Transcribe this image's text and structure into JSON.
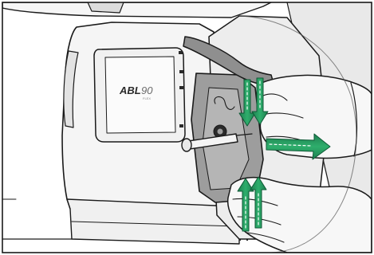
{
  "figure": {
    "device_label": {
      "brand": "ABL",
      "model": "90",
      "sub": "FLEX"
    },
    "arrows": [
      {
        "name": "down-arrow-top-left",
        "direction": "down"
      },
      {
        "name": "down-arrow-top-right",
        "direction": "down"
      },
      {
        "name": "right-arrow",
        "direction": "right"
      },
      {
        "name": "up-arrow-bottom-left",
        "direction": "up"
      },
      {
        "name": "up-arrow-bottom-right",
        "direction": "up"
      }
    ],
    "colors": {
      "arrow_fill": "#22915c",
      "arrow_stripe": "#ffffff",
      "outline": "#1a1a1a",
      "device_body": "#f4f4f4",
      "device_shadow": "#d6d6d6",
      "panel_dark": "#9c9c9c",
      "skin": "#f2f2f2"
    }
  }
}
